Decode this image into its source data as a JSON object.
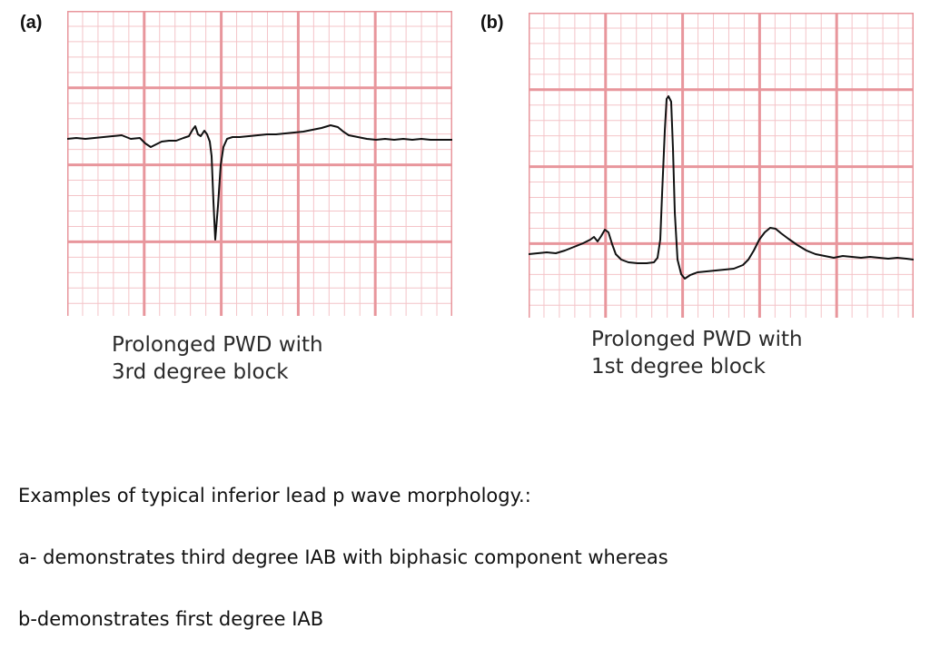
{
  "panels": [
    {
      "label": "(a)",
      "caption_line1": "Prolonged PWD with",
      "caption_line2": "3rd degree block"
    },
    {
      "label": "(b)",
      "caption_line1": "Prolonged PWD with",
      "caption_line2": "1st degree block"
    }
  ],
  "description": {
    "line1": "Examples of typical inferior lead p wave morphology.:",
    "line2": "a- demonstrates third degree IAB with biphasic component whereas",
    "line3": "b-demonstrates first degree IAB"
  },
  "colors": {
    "grid_minor": "#f4c4c8",
    "grid_major": "#e8969c",
    "trace": "#111111"
  }
}
